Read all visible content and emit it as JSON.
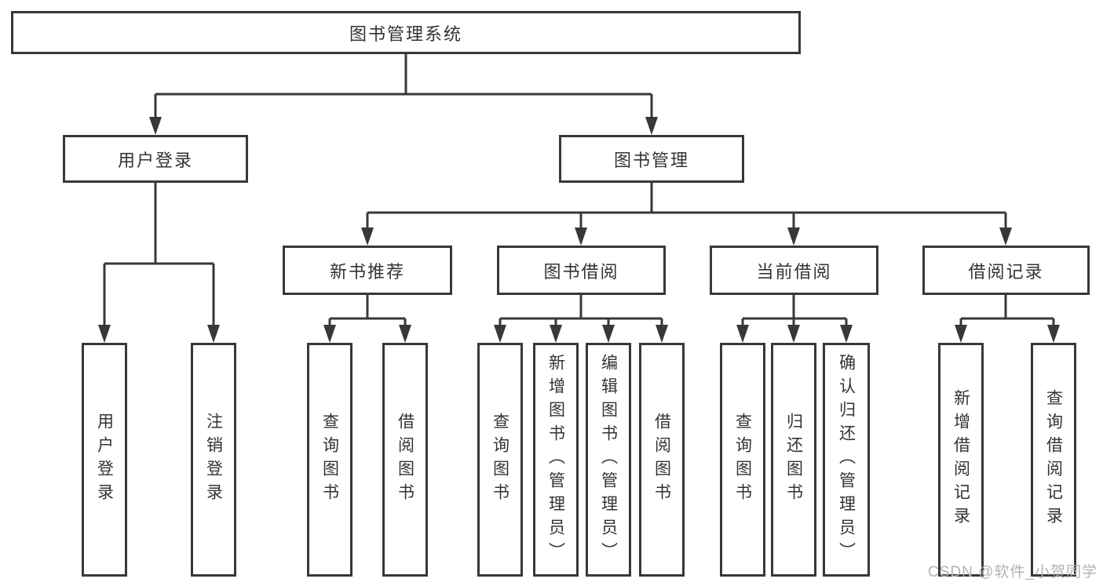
{
  "diagram": {
    "root": {
      "label": "图书管理系统",
      "children": [
        {
          "label": "用户登录",
          "children": [
            {
              "label": "用户登录"
            },
            {
              "label": "注销登录"
            }
          ]
        },
        {
          "label": "图书管理",
          "children": [
            {
              "label": "新书推荐",
              "children": [
                {
                  "label": "查询图书"
                },
                {
                  "label": "借阅图书"
                }
              ]
            },
            {
              "label": "图书借阅",
              "children": [
                {
                  "label": "查询图书"
                },
                {
                  "label": "新增图书（管理员）"
                },
                {
                  "label": "编辑图书（管理员）"
                },
                {
                  "label": "借阅图书"
                }
              ]
            },
            {
              "label": "当前借阅",
              "children": [
                {
                  "label": "查询图书"
                },
                {
                  "label": "归还图书"
                },
                {
                  "label": "确认归还（管理员）"
                }
              ]
            },
            {
              "label": "借阅记录",
              "children": [
                {
                  "label": "新增借阅记录"
                },
                {
                  "label": "查询借阅记录"
                }
              ]
            }
          ]
        }
      ]
    }
  },
  "watermark": {
    "text": "CSDN @软件_小贺同学"
  },
  "colors": {
    "line": "#383838",
    "box_border": "#383838",
    "text": "#333333",
    "watermark": "#b2b2b2",
    "background": "#ffffff"
  }
}
